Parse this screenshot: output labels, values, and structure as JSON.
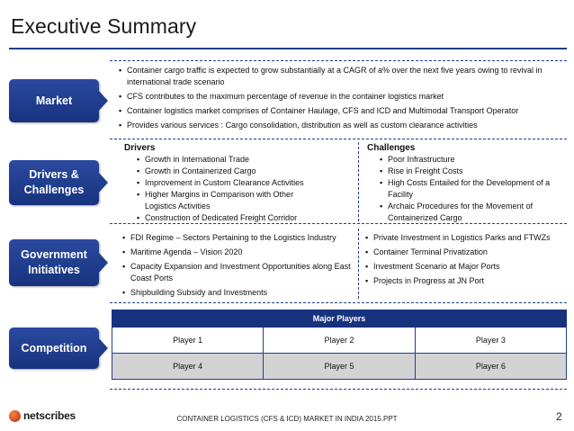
{
  "page": {
    "title": "Executive Summary"
  },
  "sections": {
    "market": {
      "label": "Market",
      "bullets": [
        "Container cargo traffic is expected to grow substantially at a CAGR of a% over the next five years owing to revival in international trade scenario",
        "CFS contributes to the maximum percentage of revenue in the container logistics market",
        "Container logistics market comprises of Container Haulage, CFS and ICD and Multimodal Transport Operator",
        "Provides various services : Cargo consolidation, distribution as well as custom clearance activities"
      ]
    },
    "drivers_challenges": {
      "label_line1": "Drivers &",
      "label_line2": "Challenges",
      "drivers_heading": "Drivers",
      "drivers": [
        "Growth in International Trade",
        "Growth in Containerized Cargo",
        "Improvement in Custom Clearance Activities",
        "Higher Margins in Comparison with Other Logistics Activities",
        "Construction of Dedicated Freight Corridor"
      ],
      "challenges_heading": "Challenges",
      "challenges": [
        "Poor Infrastructure",
        "Rise in Freight Costs",
        "High Costs Entailed for the Development of a Facility",
        "Archaic Procedures for the Movement of Containerized Cargo"
      ]
    },
    "government": {
      "label_line1": "Government",
      "label_line2": "Initiatives",
      "left": [
        "FDI Regime – Sectors Pertaining to the Logistics Industry",
        "Maritime Agenda – Vision 2020",
        "Capacity Expansion and Investment Opportunities along East Coast Ports",
        "Shipbuilding Subsidy and Investments"
      ],
      "right": [
        "Private Investment in Logistics Parks and FTWZs",
        "Container Terminal Privatization",
        "Investment Scenario at Major Ports",
        "Projects in Progress at JN Port"
      ]
    },
    "competition": {
      "label": "Competition",
      "table_header": "Major Players",
      "rows": [
        [
          "Player 1",
          "Player 2",
          "Player 3"
        ],
        [
          "Player 4",
          "Player 5",
          "Player 6"
        ]
      ]
    }
  },
  "footer": {
    "logo": "netscribes",
    "doc_title": "CONTAINER LOGISTICS (CFS & ICD) MARKET IN INDIA 2015.PPT",
    "page_number": "2"
  },
  "colors": {
    "accent": "#1f3f8c",
    "header_fill": "#17337e",
    "alt_row": "#d3d3d3"
  }
}
